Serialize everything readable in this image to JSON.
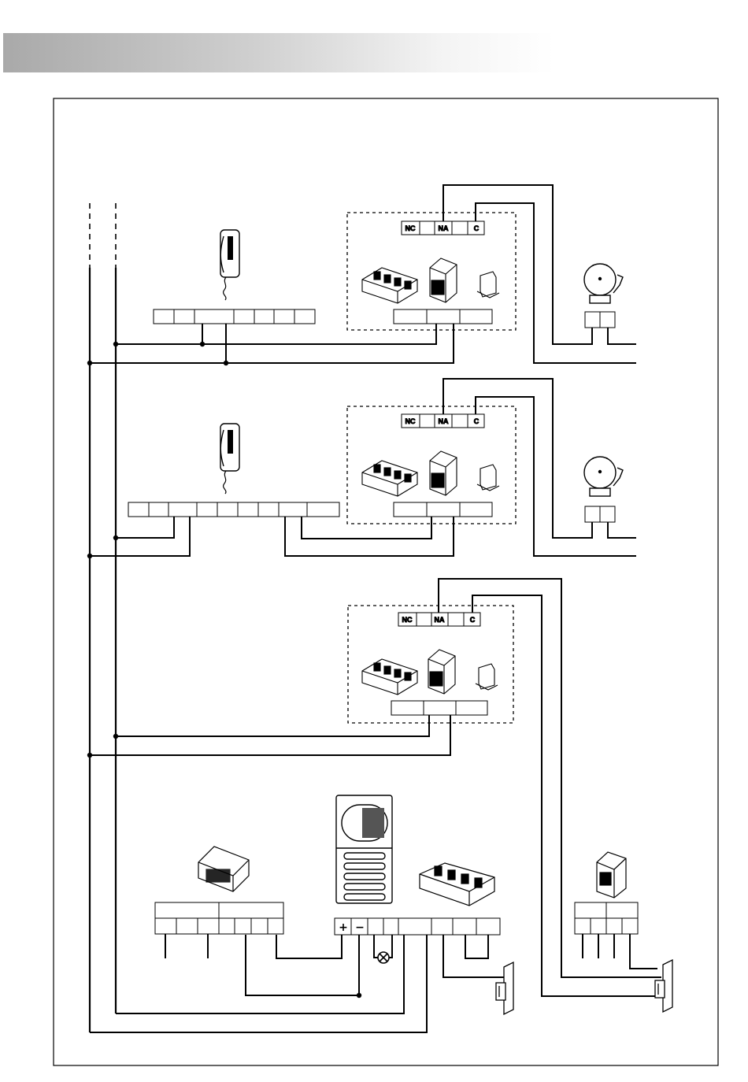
{
  "relay_terminals": {
    "nc": "NC",
    "na": "NA",
    "c": "C"
  },
  "door_panel_power": {
    "plus": "+",
    "minus": "−"
  },
  "colors": {
    "ink": "#000000",
    "paper": "#ffffff",
    "header_band_start": "#a9a9a9"
  }
}
